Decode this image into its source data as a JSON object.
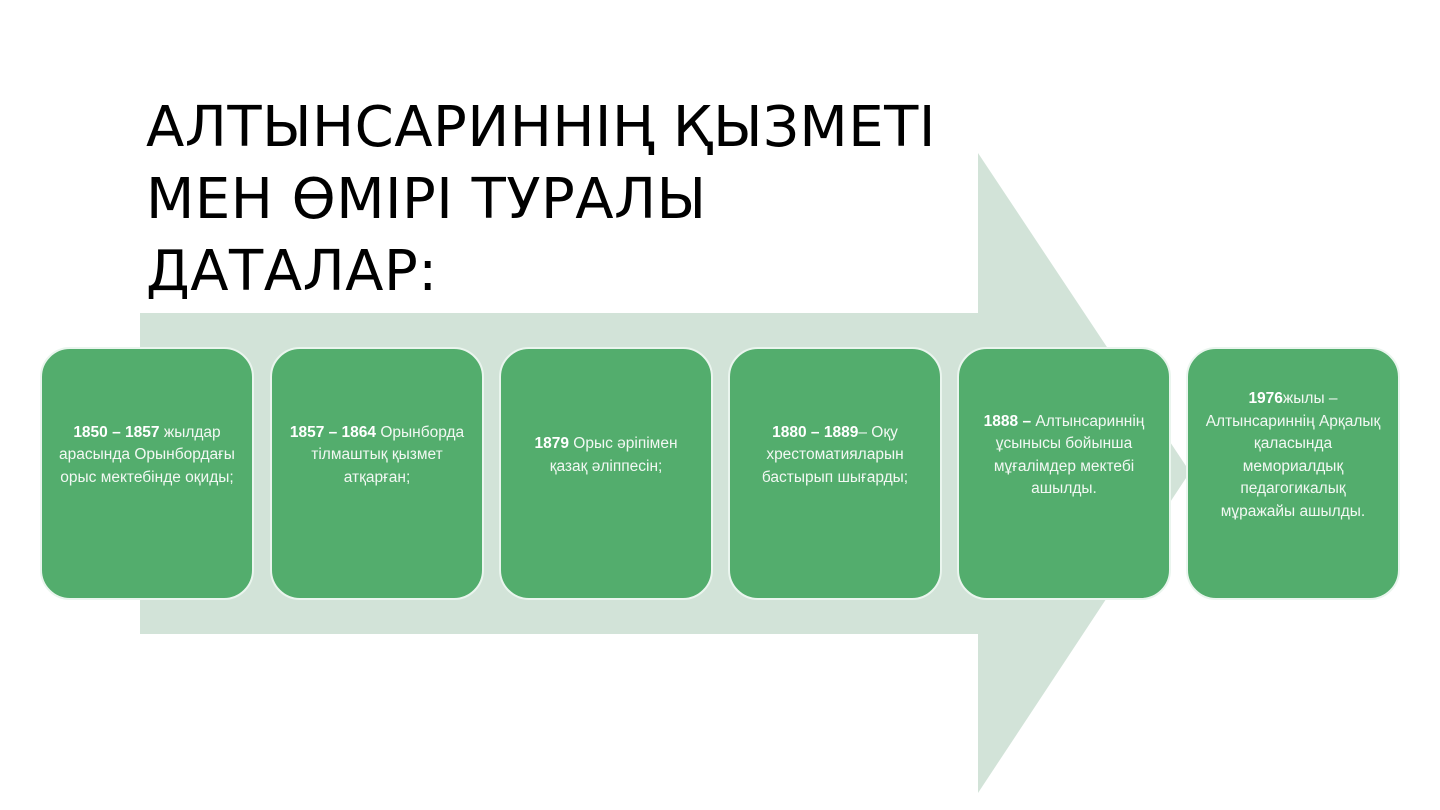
{
  "slide": {
    "title": "АЛТЫНСАРИННІҢ ҚЫЗМЕТІ\nМЕН ӨМІРІ ТУРАЛЫ\nДАТАЛАР:",
    "colors": {
      "arrow": "#d2e3d8",
      "card": "#53ad6d",
      "card_border": "#eaf5ee",
      "card_text": "#f2f8f3",
      "title": "#000000"
    },
    "timeline": [
      {
        "year": "1850 – 1857",
        "text": " жылдар арасында Орынбордағы орыс мектебінде оқиды;"
      },
      {
        "year": "1857 – 1864",
        "text": " Орынборда тілмаштық қызмет атқарған;"
      },
      {
        "year": "1879",
        "text": " Орыс әріпімен қазақ әліппесін;"
      },
      {
        "year": "1880 – 1889",
        "text": "– Оқу хрестоматияларын бастырып шығарды;"
      },
      {
        "year": "1888 –",
        "text": " Алтынсариннің ұсынысы бойынша мұғалімдер мектебі ашылды."
      },
      {
        "year": "1976",
        "text": "жылы – Алтынсариннің Арқалық қаласында мемориалдық педагогикалық мұражайы ашылды."
      }
    ]
  }
}
